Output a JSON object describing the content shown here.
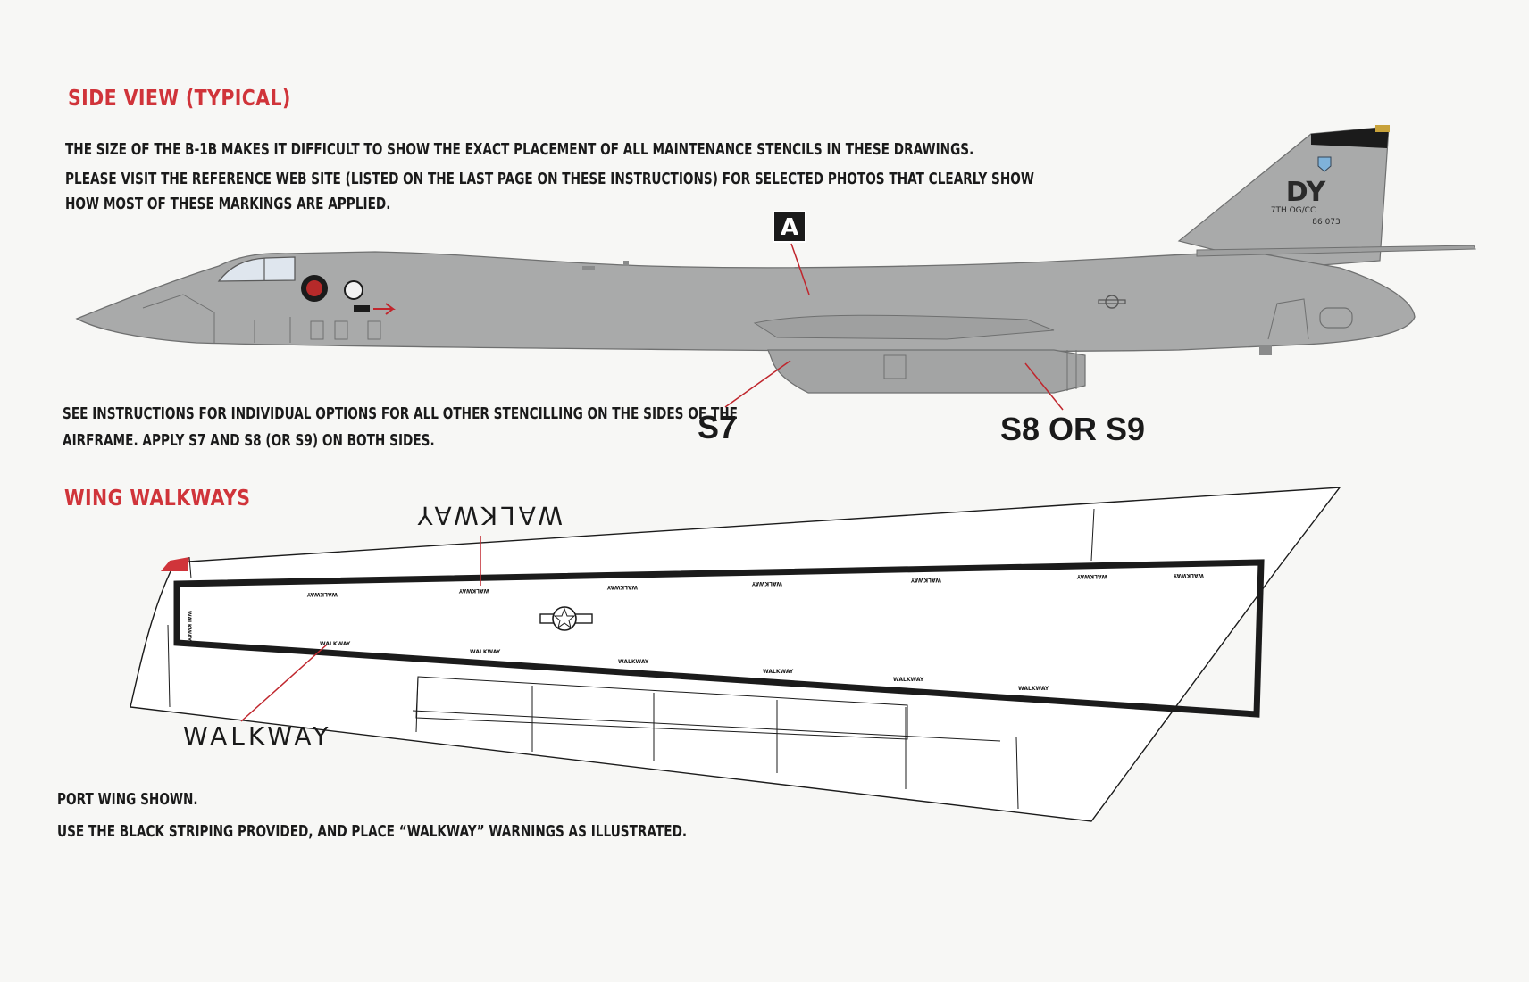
{
  "side_view": {
    "title": "SIDE VIEW (TYPICAL)",
    "intro_lines": [
      "THE SIZE OF THE B-1B MAKES IT DIFFICULT TO SHOW THE EXACT PLACEMENT OF ALL MAINTENANCE STENCILS IN THESE DRAWINGS.",
      "PLEASE VISIT THE REFERENCE WEB SITE (LISTED ON THE LAST PAGE ON THESE INSTRUCTIONS) FOR SELECTED PHOTOS THAT CLEARLY SHOW",
      "HOW MOST OF THESE MARKINGS ARE APPLIED."
    ],
    "callout_a": "A",
    "tail_code": "DY",
    "tail_unit": "7TH OG/CC",
    "tail_serial": "86 073",
    "stencil_note_lines": [
      "SEE INSTRUCTIONS FOR INDIVIDUAL OPTIONS FOR ALL OTHER STENCILLING ON THE SIDES OF THE",
      "AIRFRAME. APPLY S7 AND S8 (OR S9) ON BOTH SIDES."
    ],
    "label_s7": "S7",
    "label_s8_s9": "S8 OR S9"
  },
  "wing": {
    "title": "WING WALKWAYS",
    "walkway_top": "WALKWAY",
    "walkway_bottom": "WALKWAY",
    "small_stencil": "WALKWAY",
    "notes": [
      "PORT WING SHOWN.",
      "USE THE BLACK STRIPING PROVIDED, AND PLACE “WALKWAY” WARNINGS AS ILLUSTRATED."
    ]
  },
  "colors": {
    "accent_red": "#d0343a",
    "aircraft_grey": "#a9aaaa",
    "ink": "#1a1a1a",
    "paper": "#f7f7f5"
  }
}
